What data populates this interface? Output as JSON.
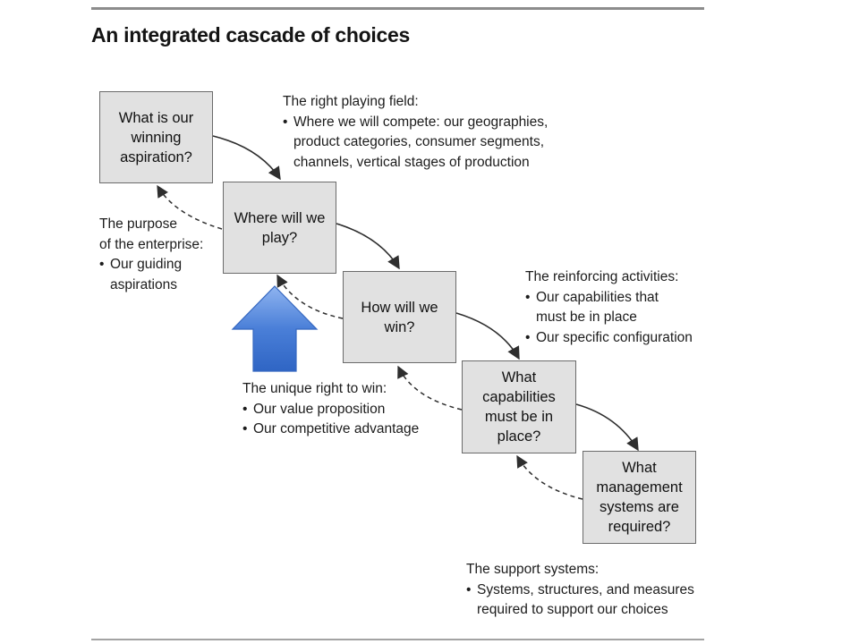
{
  "title": "An integrated cascade of choices",
  "boxes": {
    "aspiration": "What is our\nwinning\naspiration?",
    "play": "Where will we\nplay?",
    "win": "How will we\nwin?",
    "capabilities": "What\ncapabilities\nmust be in\nplace?",
    "systems": "What\nmanagement\nsystems are\nrequired?"
  },
  "notes": {
    "playing_field": {
      "head": "The right playing field:",
      "bullets": [
        "Where we will compete: our geographies,\nproduct categories, consumer segments,\nchannels, vertical stages of production"
      ]
    },
    "purpose": {
      "head": "The purpose\nof the enterprise:",
      "bullets": [
        "Our guiding\naspirations"
      ]
    },
    "reinforcing": {
      "head": "The reinforcing activities:",
      "bullets": [
        "Our capabilities that\nmust be in place",
        "Our specific configuration"
      ]
    },
    "unique_right": {
      "head": "The unique right to win:",
      "bullets": [
        "Our value proposition",
        "Our competitive advantage"
      ]
    },
    "support": {
      "head": "The support systems:",
      "bullets": [
        "Systems, structures, and measures\nrequired to support our choices"
      ]
    }
  },
  "colors": {
    "box_fill": "#e1e1e1",
    "box_border": "#6b6b6b",
    "highlight_arrow": "#4a7fd8"
  },
  "icons": {
    "highlight": "up-arrow-icon"
  }
}
